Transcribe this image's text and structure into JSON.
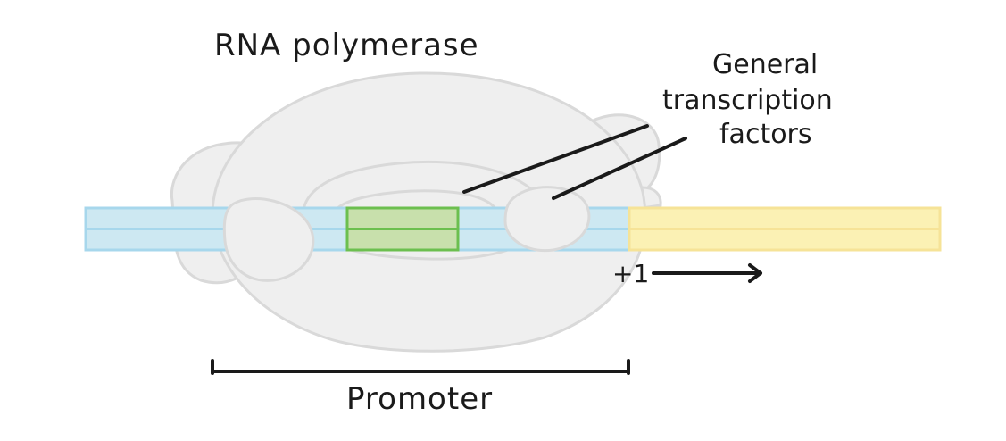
{
  "labels": {
    "rna_polymerase": "RNA polymerase",
    "gtf_line1": "General",
    "gtf_line2": "transcription",
    "gtf_line3": "factors",
    "plus_one": "+1",
    "promoter": "Promoter"
  },
  "colors": {
    "promoter_dna_fill": "#cde8f2",
    "promoter_dna_stroke": "#a7d7ec",
    "gene_dna_fill": "#fbf1b4",
    "gene_dna_stroke": "#f6e397",
    "tata_fill": "#c8e0ac",
    "tata_stroke": "#6cbf4f",
    "protein_fill": "#efefef",
    "protein_stroke": "#d9d9d9",
    "ink": "#1a1a1a"
  }
}
